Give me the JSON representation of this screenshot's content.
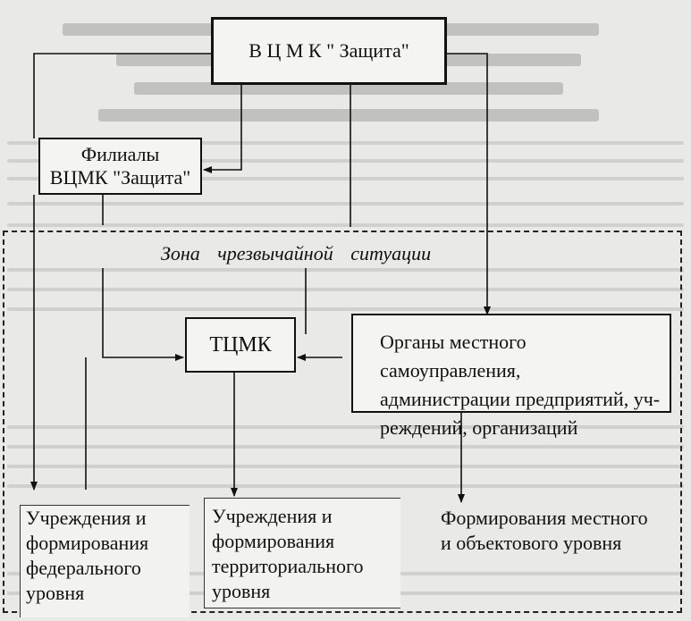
{
  "nodes": {
    "top": "В Ц М К \" Защита\"",
    "filialy_line1": "Филиалы",
    "filialy_line2": "ВЦМК \"Защита\"",
    "zone_label": "Зона чрезвычайной ситуации",
    "tcmk": "ТЦМК",
    "org_line1": "Органы местного самоуправления,",
    "org_line2": "администрации предприятий, уч-",
    "org_line3": "реждений, организаций",
    "fed_line1": "Учреждения и",
    "fed_line2": "формирования",
    "fed_line3": "федерального",
    "fed_line4": "уровня",
    "ter_line1": "Учреждения и",
    "ter_line2": "формирования",
    "ter_line3": "территориального",
    "ter_line4": "уровня",
    "loc_line1": "Формирования местного",
    "loc_line2": "и объектового уровня"
  },
  "colors": {
    "ink": "#111111",
    "paper": "#e9e9e7"
  }
}
